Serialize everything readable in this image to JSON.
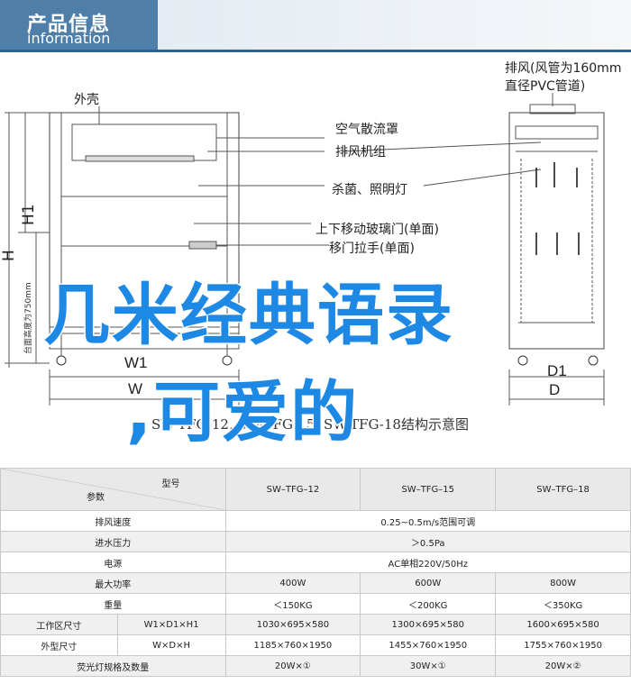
{
  "header": {
    "title_cn": "产品信息",
    "title_en": "information",
    "dark_color": "#4f7fa8",
    "light_color": "#e4ebf2"
  },
  "drawing": {
    "labels": {
      "outer_shell": "外壳",
      "air_diffuser": "空气散流罩",
      "exhaust_fan": "排风机组",
      "uv_lamp": "杀菌、照明灯",
      "glass_door": "上下移动玻璃门(单面)",
      "door_handle": "移门拉手(单面)",
      "exhaust_pipe_line1": "排风(风管为160mm",
      "exhaust_pipe_line2": "直径PVC管道)"
    },
    "dimensions": {
      "h": "H",
      "h1": "H1",
      "w": "W",
      "w1": "W1",
      "d": "D",
      "d1": "D1",
      "worktop_height": "台面高度为750mm"
    },
    "caption": "SW-TFG-12, SW-TFG-15, SW-TFG-18结构示意图"
  },
  "overlay": {
    "line1": "几米经典语录",
    "line2": ",可爱的"
  },
  "table": {
    "header": {
      "model_label": "型号",
      "param_label": "参数",
      "models": [
        "SW–TFG–12",
        "SW–TFG–15",
        "SW–TFG–18"
      ]
    },
    "rows": [
      {
        "name": "排风速度",
        "sub": "",
        "values": [
          "0.25~0.5m/s范围可调"
        ],
        "span": true
      },
      {
        "name": "进水压力",
        "sub": "",
        "values": [
          "＞0.5Pa"
        ],
        "span": true
      },
      {
        "name": "电源",
        "sub": "",
        "values": [
          "AC单相220V/50Hz"
        ],
        "span": true
      },
      {
        "name": "最大功率",
        "sub": "",
        "values": [
          "400W",
          "600W",
          "800W"
        ],
        "span": false
      },
      {
        "name": "重量",
        "sub": "",
        "values": [
          "＜150KG",
          "＜200KG",
          "＜350KG"
        ],
        "span": false
      },
      {
        "name": "工作区尺寸",
        "sub": "W1×D1×H1",
        "values": [
          "1030×695×580",
          "1300×695×580",
          "1600×695×580"
        ],
        "span": false
      },
      {
        "name": "外型尺寸",
        "sub": "W×D×H",
        "values": [
          "1185×760×1950",
          "1455×760×1950",
          "1755×760×1950"
        ],
        "span": false
      },
      {
        "name": "荧光灯规格及数量",
        "sub": "",
        "values": [
          "20W×①",
          "30W×①",
          "20W×②"
        ],
        "span": false
      }
    ]
  }
}
